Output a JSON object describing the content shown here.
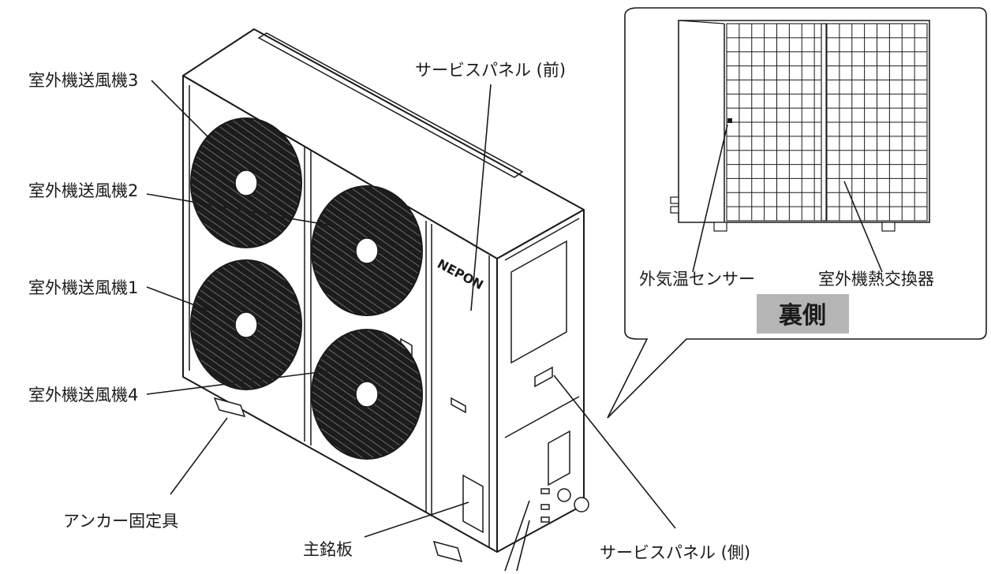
{
  "labels": {
    "fan3": "室外機送風機3",
    "fan2": "室外機送風機2",
    "fan1": "室外機送風機1",
    "fan4": "室外機送風機4",
    "anchor": "アンカー固定具",
    "nameplate": "主銘板",
    "service_front": "サービスパネル (前)",
    "service_side": "サービスパネル (側)",
    "temp_sensor": "外気温センサー",
    "heat_exchanger": "室外機熱交換器"
  },
  "inset": {
    "title": "裏側"
  },
  "brand": {
    "logo_text": "NEPON"
  },
  "colors": {
    "line": "#1a1a1a",
    "badge_bg": "#b5b5b5",
    "badge_text": "#1a1a1a",
    "fan_fill": "#1c1c1c",
    "background": "#ffffff"
  }
}
